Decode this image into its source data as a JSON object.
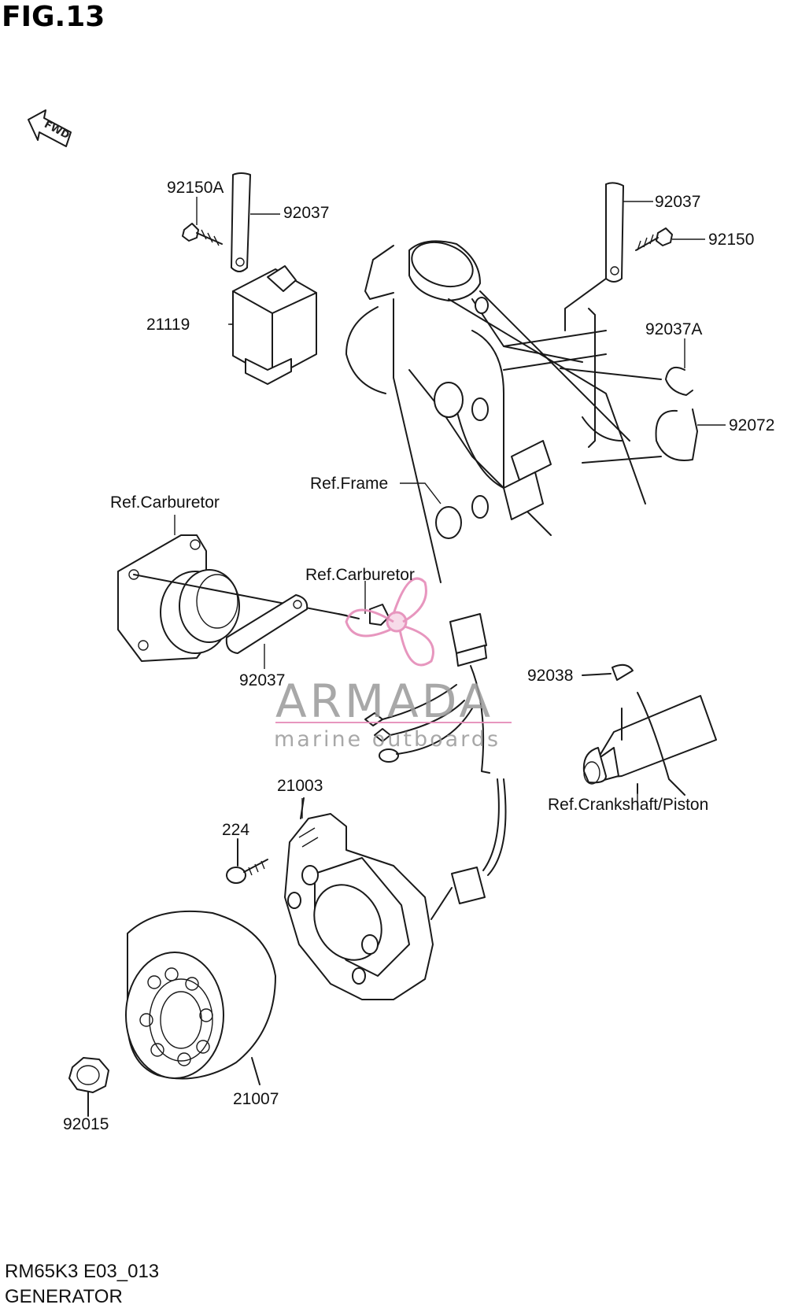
{
  "figure": {
    "title": "FIG.13",
    "model_code": "RM65K3 E03_013",
    "section_name": "GENERATOR",
    "fwd_label": "FWD"
  },
  "watermark": {
    "brand": "ARMADA",
    "tagline": "marine outboards",
    "accent_color": "#e58bb8"
  },
  "part_labels": {
    "p92150A": "92150A",
    "p92037_left": "92037",
    "p21119": "21119",
    "p92037_right": "92037",
    "p92150": "92150",
    "p92037A": "92037A",
    "p92072": "92072",
    "ref_frame": "Ref.Frame",
    "ref_carb_1": "Ref.Carburetor",
    "ref_carb_2": "Ref.Carburetor",
    "p92037_mid": "92037",
    "p92038": "92038",
    "ref_crank": "Ref.Crankshaft/Piston",
    "p21003": "21003",
    "p224": "224",
    "p21007": "21007",
    "p92015": "92015"
  }
}
